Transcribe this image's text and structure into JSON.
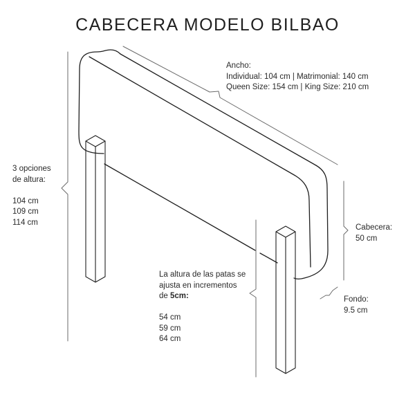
{
  "title": "CABECERA MODELO BILBAO",
  "colors": {
    "line": "#1e1e1e",
    "dimension_line": "#6a6a6a",
    "text": "#2a2a2a",
    "background": "#ffffff"
  },
  "labels": {
    "ancho": {
      "heading": "Ancho:",
      "line1": "Individual: 104 cm | Matrimonial: 140 cm",
      "line2": "Queen Size: 154 cm | King Size: 210 cm"
    },
    "alturas": {
      "heading_line1": "3 opciones",
      "heading_line2": "de altura:",
      "values": [
        "104 cm",
        "109 cm",
        "114 cm"
      ]
    },
    "patas": {
      "line1": "La altura de las patas se",
      "line2": "ajusta en incrementos",
      "line3_prefix": "de ",
      "line3_bold": "5cm:",
      "values": [
        "54 cm",
        "59 cm",
        "64 cm"
      ]
    },
    "cabecera": {
      "heading": "Cabecera:",
      "value": "50 cm"
    },
    "fondo": {
      "heading": "Fondo:",
      "value": "9.5 cm"
    }
  }
}
